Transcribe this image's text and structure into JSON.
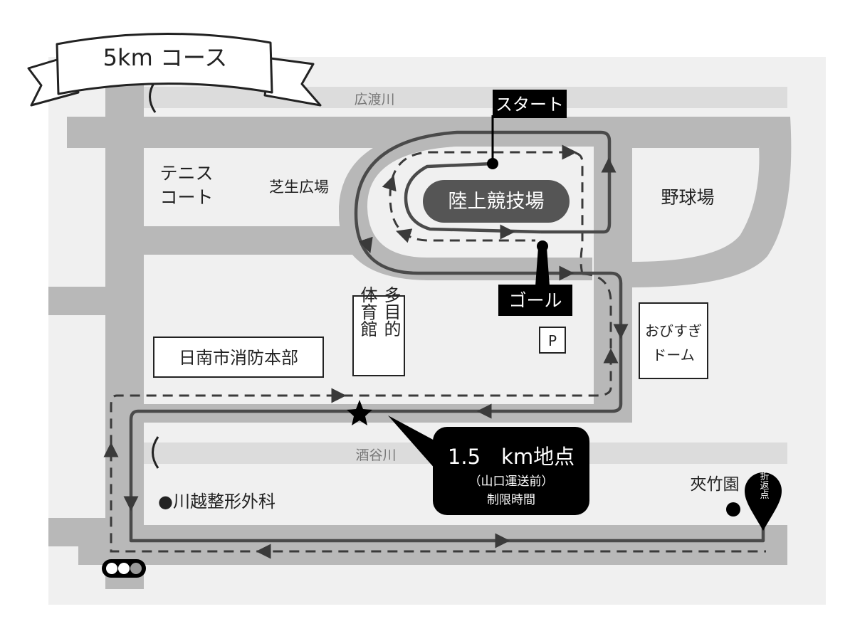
{
  "title": "5km コース",
  "rivers": {
    "top": "広渡川",
    "bottom": "酒谷川"
  },
  "labels": {
    "tennis_line1": "テニス",
    "tennis_line2": "コート",
    "lawn": "芝生広場",
    "stadium": "陸上競技場",
    "baseball": "野球場",
    "gym_col1": "多目的",
    "gym_col2": "体育館",
    "fire_dept": "日南市消防本部",
    "dome_line1": "おびすぎ",
    "dome_line2": "ドーム",
    "parking": "P",
    "clinic": "●川越整形外科",
    "garden": "夾竹園",
    "turnaround": "折返点"
  },
  "markers": {
    "start": "スタート",
    "goal": "ゴール",
    "checkpoint_main": "1.5　km地点",
    "checkpoint_sub": "（山口運送前）",
    "checkpoint_note": "制限時間"
  },
  "colors": {
    "background": "#ffffff",
    "map_base": "#f0f0f0",
    "road": "#b8b8b8",
    "river_band": "#dcdcdc",
    "route": "#4a4a4a",
    "stadium_fill": "#555555",
    "marker_fill": "#000000"
  }
}
